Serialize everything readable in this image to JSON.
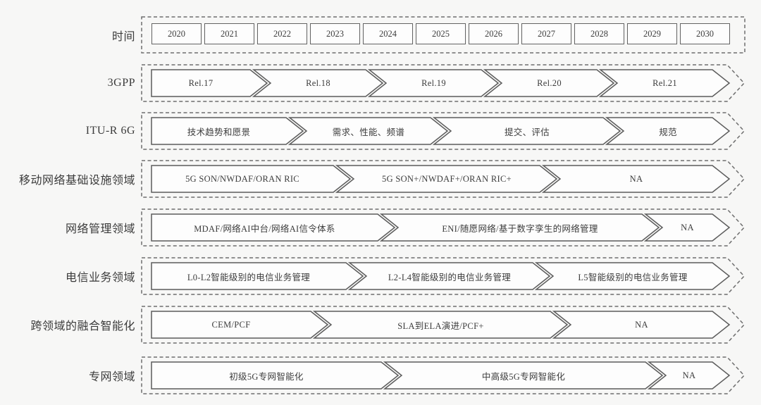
{
  "colors": {
    "background": "#f7f7f6",
    "segment_fill": "#fdfdfd",
    "segment_border": "#5c5c5c",
    "dashed_border": "#6e6e6e",
    "text": "#3c3c3c"
  },
  "timeline": {
    "label": "时间",
    "years": [
      "2020",
      "2021",
      "2022",
      "2023",
      "2024",
      "2025",
      "2026",
      "2027",
      "2028",
      "2029",
      "2030"
    ]
  },
  "rows": [
    {
      "label": "3GPP",
      "segments": [
        "Rel.17",
        "Rel.18",
        "Rel.19",
        "Rel.20",
        "Rel.21"
      ]
    },
    {
      "label": "ITU-R 6G",
      "segments": [
        "技术趋势和愿景",
        "需求、性能、频谱",
        "提交、评估",
        "规范"
      ]
    },
    {
      "label": "移动网络基础设施领域",
      "segments": [
        "5G SON/NWDAF/ORAN RIC",
        "5G SON+/NWDAF+/ORAN RIC+",
        "NA"
      ]
    },
    {
      "label": "网络管理领域",
      "segments": [
        "MDAF/网络AI中台/网络AI信令体系",
        "ENI/随愿网络/基于数字孪生的网络管理",
        "NA"
      ]
    },
    {
      "label": "电信业务领域",
      "segments": [
        "L0-L2智能级别的电信业务管理",
        "L2-L4智能级别的电信业务管理",
        "L5智能级别的电信业务管理"
      ]
    },
    {
      "label": "跨领域的融合智能化",
      "segments": [
        "CEM/PCF",
        "SLA到ELA演进/PCF+",
        "NA"
      ]
    },
    {
      "label": "专网领域",
      "segments": [
        "初级5G专网智能化",
        "中高级5G专网智能化",
        "NA"
      ]
    }
  ]
}
